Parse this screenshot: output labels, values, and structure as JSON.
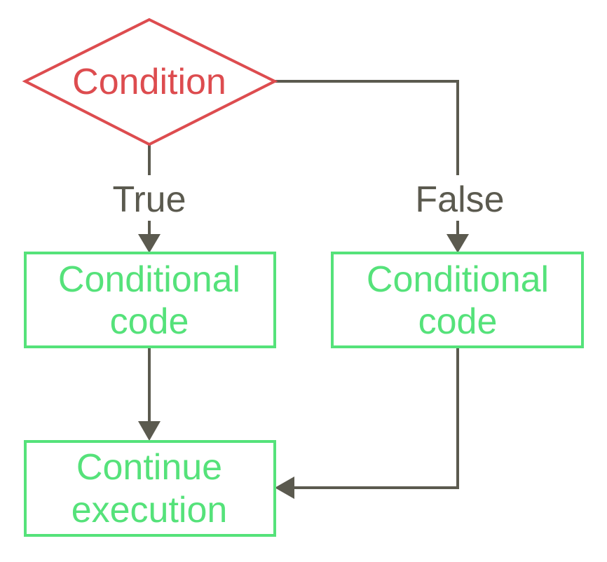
{
  "colors": {
    "decision": "#dd4c4f",
    "process": "#55e27a",
    "connector": "#5b5a4f",
    "background": "#ffffff"
  },
  "nodes": {
    "condition": {
      "shape": "diamond",
      "label": "Condition"
    },
    "true_branch": {
      "shape": "rectangle",
      "line1": "Conditional",
      "line2": "code"
    },
    "false_branch": {
      "shape": "rectangle",
      "line1": "Conditional",
      "line2": "code"
    },
    "continue": {
      "shape": "rectangle",
      "line1": "Continue",
      "line2": "execution"
    }
  },
  "edges": {
    "true_label": "True",
    "false_label": "False"
  }
}
